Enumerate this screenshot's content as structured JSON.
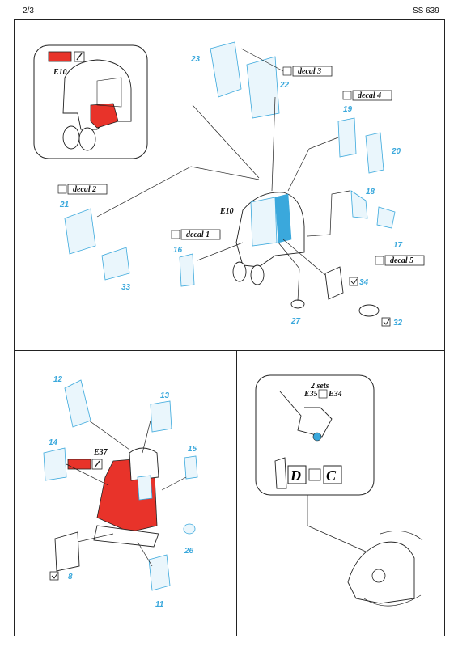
{
  "header": {
    "page": "2/3",
    "code": "SS 639"
  },
  "callout_top": {
    "ref": "E10"
  },
  "main_ref": "E10",
  "decals": {
    "d1": "decal 1",
    "d2": "decal 2",
    "d3": "decal 3",
    "d4": "decal 4",
    "d5": "decal 5"
  },
  "part_numbers": {
    "p11": "11",
    "p12": "12",
    "p13": "13",
    "p14": "14",
    "p15": "15",
    "p16": "16",
    "p17": "17",
    "p18": "18",
    "p19": "19",
    "p20": "20",
    "p21": "21",
    "p22": "22",
    "p23": "23",
    "p26": "26",
    "p27": "27",
    "p32": "32",
    "p33": "33",
    "p34": "34",
    "p8": "8"
  },
  "lower_left": {
    "ref": "E37"
  },
  "lower_right": {
    "sets": "2 sets",
    "ref_a": "E35",
    "ref_b": "E34",
    "letter_d": "D",
    "letter_c": "C"
  },
  "colors": {
    "etched_blue": "#3aa8dc",
    "paint_red": "#e8332a",
    "ink": "#222222"
  }
}
